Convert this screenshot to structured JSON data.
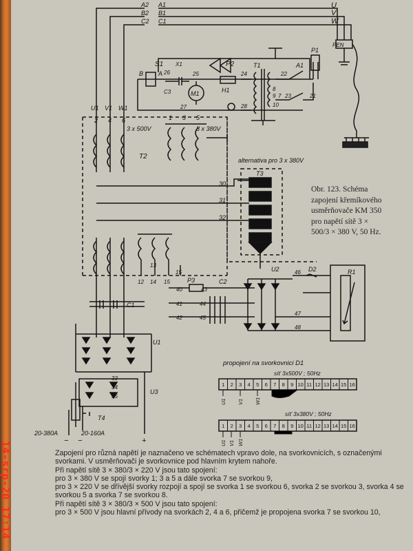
{
  "caption": {
    "lines": [
      "Obr. 123. Schéma",
      "zapojení křemíkového",
      "usměrňovače KM 350",
      "pro napětí sítě 3 ×",
      "500/3 × 380 V, 50 Hz."
    ]
  },
  "body": {
    "paragraphs": [
      "Zapojení pro různá napětí je naznačeno ve schématech vpravo dole, na svorkovnicích, s označenými svorkami. V usměrňovači je svorkovnice pod hlavním krytem nahoře.",
      "Při napětí sítě 3 × 380/3 × 220 V jsou tato spojení:",
      "pro 3 × 380 V se spojí svorky 1; 3 a 5 a dále svorka 7 se svorkou 9,",
      "pro 3 × 220 V se dřívější svorky rozpojí a spojí se svorka 1 se svorkou 6, svorka 2 se svorkou 3, svorka 4 se svorkou 5 a svorka 7 se svorkou 8.",
      "Při napětí sítě 3 × 380/3 × 500 V jsou tato spojení:",
      "pro 3 × 500 V jsou hlavní přívody na svorkách 2, 4 a 6, přičemž je propojena svorka 7 se svorkou 10,"
    ]
  },
  "stamp": "14-srp-20 17:14",
  "diagram": {
    "phase_top": [
      "U",
      "V",
      "W"
    ],
    "phase_pairs": [
      "A2",
      "A1",
      "B2",
      "B1",
      "C2",
      "C1"
    ],
    "pe_label": "PEN",
    "switch_labels": [
      "S1",
      "X1",
      "P2",
      "B",
      "A",
      "26",
      "25",
      "C3",
      "M1",
      "27",
      "H1",
      "24",
      "28",
      "T1",
      "8",
      "9",
      "10",
      "7",
      "22",
      "23",
      "21",
      "A1",
      "P1"
    ],
    "wires_left": [
      "U1",
      "V1",
      "W1"
    ],
    "transformer_nums": [
      "2",
      "4",
      "6",
      "1",
      "3",
      "5"
    ],
    "transformer_ratings": [
      "3 x 500V",
      "3 x 380V"
    ],
    "t2": "T2",
    "alternative": "alternativa pro 3 x 380V",
    "t3": "T3",
    "t3_wires": [
      "30",
      "31",
      "32"
    ],
    "tap_nums": [
      "12",
      "13",
      "14",
      "15",
      "15"
    ],
    "p3": "P3",
    "c2": "C2",
    "res_wires": [
      "40",
      "41",
      "42",
      "43",
      "44",
      "45"
    ],
    "u2": "U2",
    "d2": "D2",
    "r1": "R1",
    "d_wires": [
      "46",
      "47",
      "48"
    ],
    "c1": "C1",
    "u1": "U1",
    "u3": "U3",
    "u3_nums": [
      "33",
      "34",
      "35"
    ],
    "t4": "T4",
    "outputs": [
      "20-380A",
      "20-160A"
    ],
    "out_minus1": "−",
    "out_minus2": "−",
    "out_plus": "+",
    "terminal_title": "propojení na svorkovnici D1",
    "block1_label": "síť 3x500V ; 50Hz",
    "block2_label": "síť 3x380V ; 50Hz",
    "terminals": [
      "1",
      "2",
      "3",
      "4",
      "5",
      "6",
      "7",
      "8",
      "9",
      "10",
      "11",
      "12",
      "13",
      "14",
      "15",
      "16"
    ],
    "block_phase_labels": [
      "U1",
      "V1",
      "W1"
    ]
  }
}
